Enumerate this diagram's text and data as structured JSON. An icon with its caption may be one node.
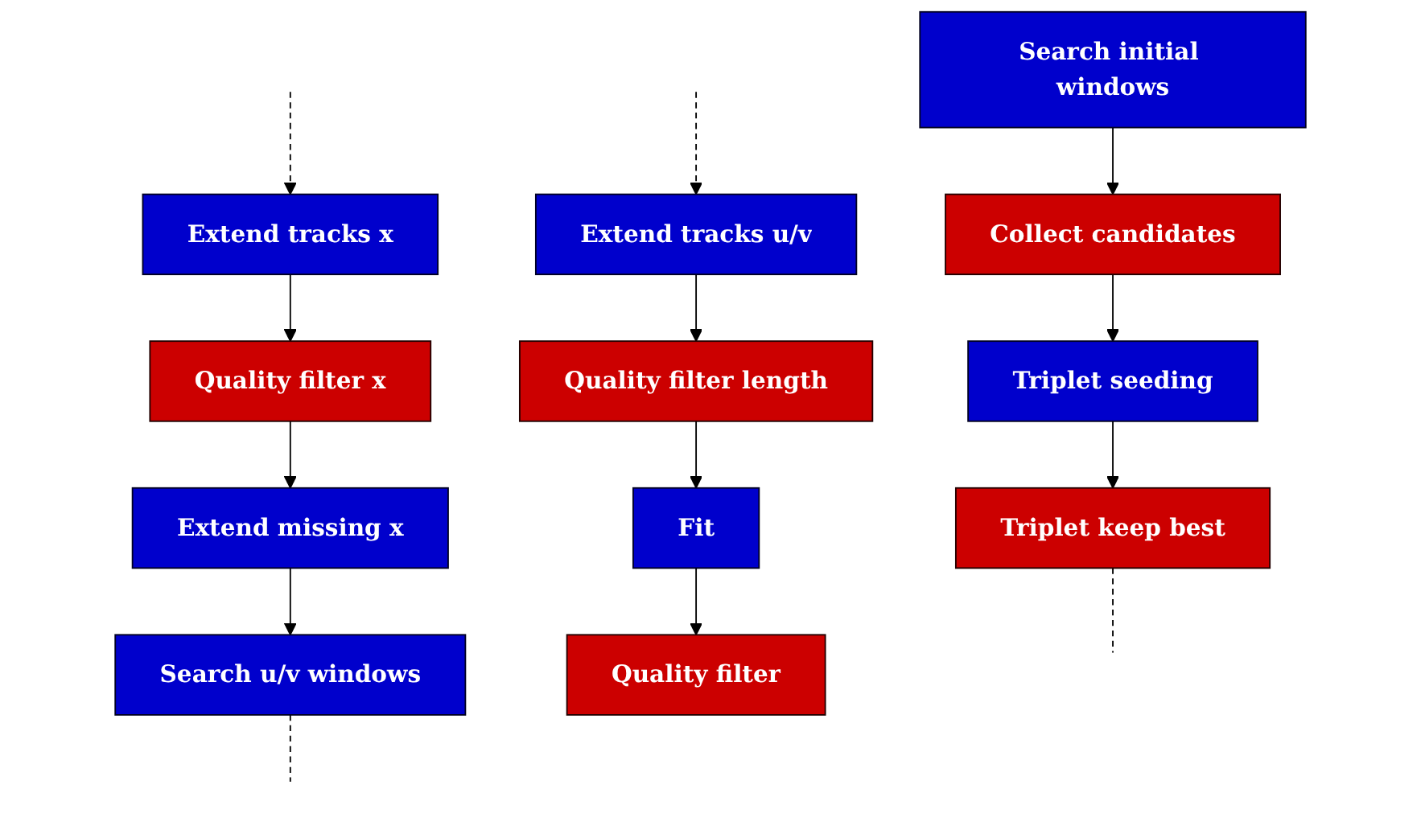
{
  "diagram": {
    "nodes": [
      {
        "text": [
          "Search initial windows"
        ]
      },
      {
        "text": [
          "Collect candidates"
        ]
      },
      {
        "text": [
          "Triplet seeding"
        ]
      },
      {
        "text": [
          "Triplet keep best"
        ]
      },
      {
        "text": [
          "Extend tracks x"
        ]
      },
      {
        "text": [
          "Quality filter x"
        ]
      },
      {
        "text": [
          "Extend missing x"
        ]
      },
      {
        "text": [
          "Search u/v windows"
        ]
      },
      {
        "text": [
          "Extend tracks u/v"
        ]
      },
      {
        "text": [
          "Quality filter length"
        ]
      },
      {
        "text": [
          "Fit"
        ]
      },
      {
        "text": [
          "Quality filter"
        ]
      }
    ],
    "edges": [
      {
        "from": 0,
        "to": 1,
        "arrow": "to"
      },
      {
        "from": 1,
        "to": 2,
        "arrow": "to"
      },
      {
        "from": 2,
        "to": 3,
        "arrow": "to"
      },
      {
        "from": 3,
        "to": null,
        "arrow": "none",
        "style": "dashed"
      },
      {
        "from": null,
        "to": 4,
        "arrow": "to",
        "style": "dashed"
      },
      {
        "from": 4,
        "to": 5,
        "arrow": "to"
      },
      {
        "from": 5,
        "to": 6,
        "arrow": "to"
      },
      {
        "from": 6,
        "to": 7,
        "arrow": "to"
      },
      {
        "from": 7,
        "to": null,
        "arrow": "none",
        "style": "dashed"
      },
      {
        "from": null,
        "to": 8,
        "arrow": "to",
        "style": "dashed"
      },
      {
        "from": 8,
        "to": 9,
        "arrow": "to"
      },
      {
        "from": 9,
        "to": 10,
        "arrow": "to"
      },
      {
        "from": 10,
        "to": 11,
        "arrow": "to"
      }
    ]
  }
}
